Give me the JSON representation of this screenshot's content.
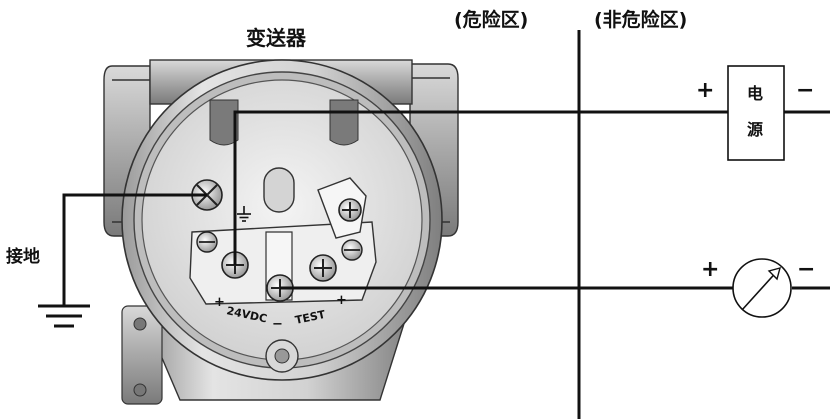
{
  "title": "变送器",
  "zones": {
    "hazardous": "(危险区)",
    "non_hazardous": "(非危险区)"
  },
  "ground_label": "接地",
  "power_supply": {
    "label_line1": "电",
    "label_line2": "源",
    "plus": "+",
    "minus": "−"
  },
  "meter": {
    "plus": "+",
    "minus": "−"
  },
  "terminal_block": {
    "plus": "+",
    "supply_label": "24VDC",
    "minus": "−",
    "test_label": "TEST",
    "test_plus": "+"
  },
  "colors": {
    "wire": "#111111",
    "housing_fill": "#e6e6e6",
    "housing_dark": "#8c8c8c",
    "terminal_fill": "#f2f2f2"
  },
  "icons": {
    "ground_symbol": "ground-icon",
    "earth_marking": "earth-mark-icon",
    "ammeter": "meter-icon"
  }
}
